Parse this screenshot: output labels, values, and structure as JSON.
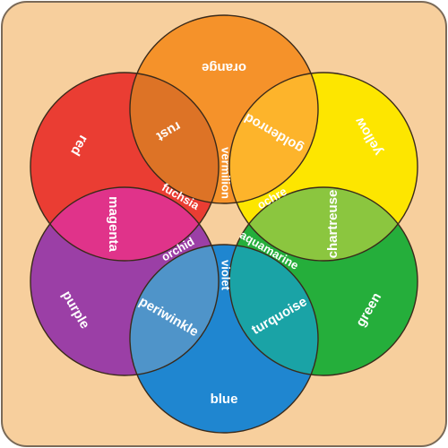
{
  "diagram": {
    "background_color": "#f7cf9d",
    "frame_color": "#7a6a58",
    "outline_color": "#3a2a1a",
    "primary_circles": [
      {
        "key": "orange",
        "label": "orange",
        "color": "#f5922a"
      },
      {
        "key": "yellow",
        "label": "yellow",
        "color": "#fde600"
      },
      {
        "key": "green",
        "label": "green",
        "color": "#25ae3b"
      },
      {
        "key": "blue",
        "label": "blue",
        "color": "#1f86d0"
      },
      {
        "key": "purple",
        "label": "purple",
        "color": "#9b3fa6"
      },
      {
        "key": "red",
        "label": "red",
        "color": "#ea3d33"
      }
    ],
    "overlap_regions": [
      {
        "key": "rust",
        "label": "rust",
        "color": "#dd7326"
      },
      {
        "key": "goldenrod",
        "label": "goldenrod",
        "color": "#fdb42b"
      },
      {
        "key": "chartreuse",
        "label": "chartreuse",
        "color": "#8bc63f"
      },
      {
        "key": "turquoise",
        "label": "turquoise",
        "color": "#1aa3a6"
      },
      {
        "key": "periwinkle",
        "label": "periwinkle",
        "color": "#4f94c9"
      },
      {
        "key": "magenta",
        "label": "magenta",
        "color": "#e0338a"
      }
    ],
    "inner_lenses": [
      {
        "key": "vermilion",
        "label": "vermilion",
        "color": "#f18a2e"
      },
      {
        "key": "ochre",
        "label": "ochre",
        "color": "#bf9a2e"
      },
      {
        "key": "aquamarine",
        "label": "aquamarine",
        "color": "#0b9aa0"
      },
      {
        "key": "violet",
        "label": "violet",
        "color": "#2f2a7a"
      },
      {
        "key": "orchid",
        "label": "orchid",
        "color": "#a36bb0"
      },
      {
        "key": "fuchsia",
        "label": "fuchsia",
        "color": "#c93a6a"
      }
    ]
  }
}
